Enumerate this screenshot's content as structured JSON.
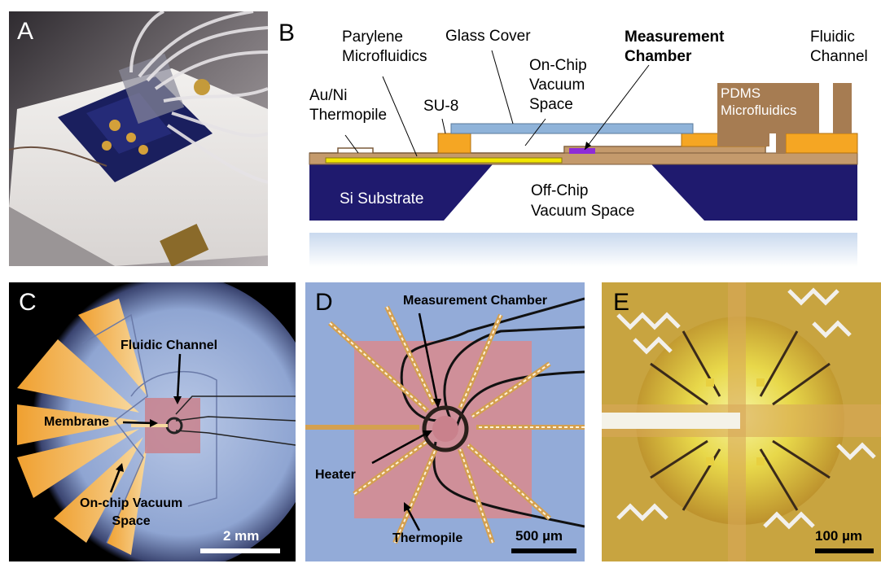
{
  "panels": {
    "a": {
      "letter": "A"
    },
    "b": {
      "letter": "B",
      "labels": {
        "parylene": [
          "Parylene",
          "Microfluidics"
        ],
        "glass_cover": "Glass Cover",
        "measurement_chamber": [
          "Measurement",
          "Chamber"
        ],
        "fluidic_channel": [
          "Fluidic",
          "Channel"
        ],
        "on_chip_vacuum": [
          "On-Chip",
          "Vacuum",
          "Space"
        ],
        "au_ni": [
          "Au/Ni",
          "Thermopile"
        ],
        "su8": "SU-8",
        "pdms": [
          "PDMS",
          "Microfluidics"
        ],
        "si_substrate": "Si Substrate",
        "off_chip_vacuum": [
          "Off-Chip",
          "Vacuum Space"
        ]
      }
    },
    "c": {
      "letter": "C",
      "labels": {
        "fluidic_channel": "Fluidic Channel",
        "membrane": "Membrane",
        "on_chip_vacuum": [
          "On-chip Vacuum",
          "Space"
        ]
      },
      "scale": "2 mm"
    },
    "d": {
      "letter": "D",
      "labels": {
        "measurement_chamber": "Measurement Chamber",
        "heater": "Heater",
        "thermopile": "Thermopile"
      },
      "scale": "500 µm"
    },
    "e": {
      "letter": "E",
      "scale": "100 µm"
    }
  },
  "colors": {
    "si_substrate": "#1f1a6e",
    "su8": "#f5a623",
    "glass": "#8fb3d9",
    "pdms": "#a67c52",
    "heater": "#f2e600",
    "measurement": "#8e2bd6",
    "membrane": "#c49a6c"
  }
}
